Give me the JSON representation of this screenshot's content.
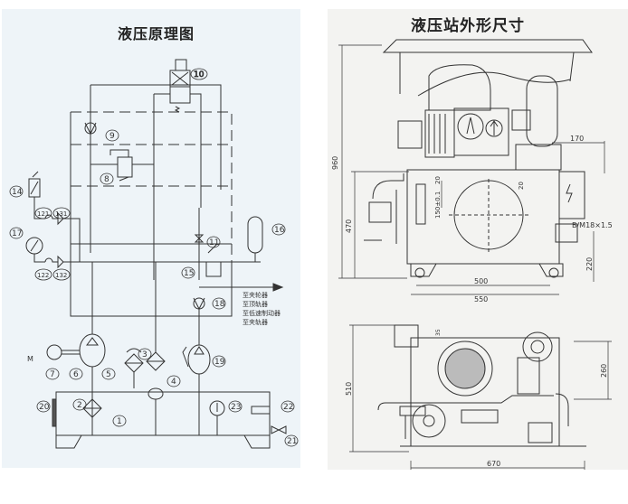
{
  "left": {
    "title": "液压原理图",
    "labels": [
      "10",
      "9",
      "8",
      "14",
      "121",
      "131",
      "17",
      "122",
      "132",
      "11",
      "16",
      "15",
      "18",
      "7",
      "6",
      "5",
      "3",
      "4",
      "19",
      "2",
      "1",
      "20",
      "23",
      "22",
      "21"
    ],
    "destinations": [
      "至夹轮器",
      "至顶轨器",
      "至低速制动器",
      "至夹轨器"
    ]
  },
  "right": {
    "title": "液压站外形尺寸",
    "dimensions": {
      "total_height": "960",
      "tank_height": "470",
      "gauge_range": "150±0.1",
      "gauge_top": "20",
      "gauge_offset": "20",
      "side_width": "170",
      "port": "B/M18×1.5",
      "port_height": "220",
      "inner_width": "500",
      "outer_width": "550",
      "depth": "510",
      "side_depth": "260",
      "top_small": "35",
      "total_width": "670"
    }
  },
  "colors": {
    "line": "#333333",
    "left_bg": "#eef4f8",
    "right_bg": "#f3f3f1"
  }
}
